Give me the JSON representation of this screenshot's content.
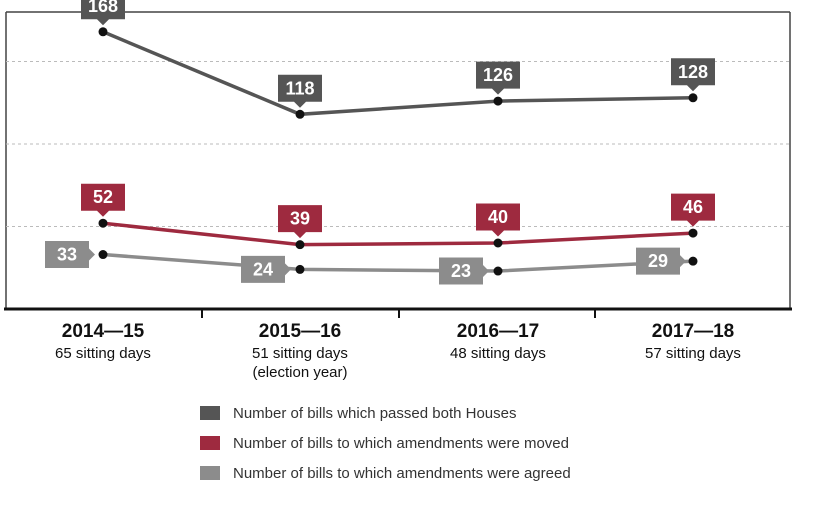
{
  "chart_data": {
    "type": "line",
    "categories": [
      {
        "main": "2014—15",
        "sub": [
          "65 sitting days"
        ]
      },
      {
        "main": "2015—16",
        "sub": [
          "51 sitting days",
          "(election year)"
        ]
      },
      {
        "main": "2016—17",
        "sub": [
          "48 sitting days"
        ]
      },
      {
        "main": "2017—18",
        "sub": [
          "57 sitting days"
        ]
      }
    ],
    "series": [
      {
        "name": "Number of bills which passed both Houses",
        "color": "#555555",
        "values": [
          168,
          118,
          126,
          128
        ]
      },
      {
        "name": "Number of bills to which amendments were moved",
        "color": "#9e2a3f",
        "values": [
          52,
          39,
          40,
          46
        ]
      },
      {
        "name": "Number of bills to which amendments were agreed",
        "color": "#8c8c8c",
        "values": [
          33,
          24,
          23,
          29
        ]
      }
    ],
    "ylim": [
      0,
      180
    ],
    "grid": true,
    "legend": "bottom"
  }
}
